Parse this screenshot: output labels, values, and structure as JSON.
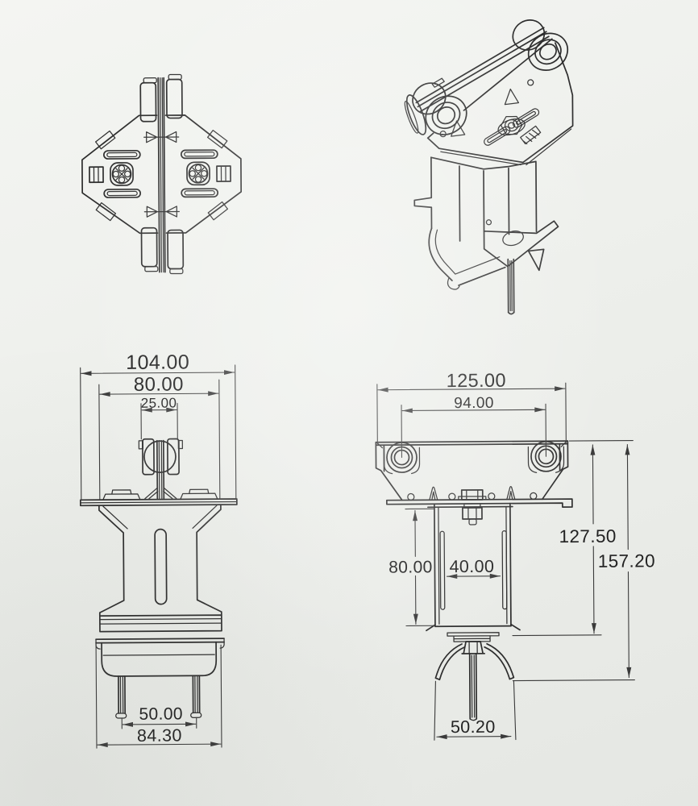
{
  "colors": {
    "paper": "#edefeb",
    "ink": "#2d2d2d",
    "dim_ink": "#3a3a3a"
  },
  "views": {
    "front": {
      "dims": {
        "overall_width": "104.00",
        "guide_width": "80.00",
        "wheel_slot_width": "25.00",
        "rod_spacing": "50.00",
        "clamp_width": "84.30"
      }
    },
    "side": {
      "dims": {
        "overall_width": "125.00",
        "wheel_center_distance": "94.00",
        "bracket_height": "80.00",
        "bracket_inner_width": "40.00",
        "height_to_bracket_bottom": "127.50",
        "height_to_clamp": "157.20",
        "clamp_width": "50.20"
      }
    }
  }
}
